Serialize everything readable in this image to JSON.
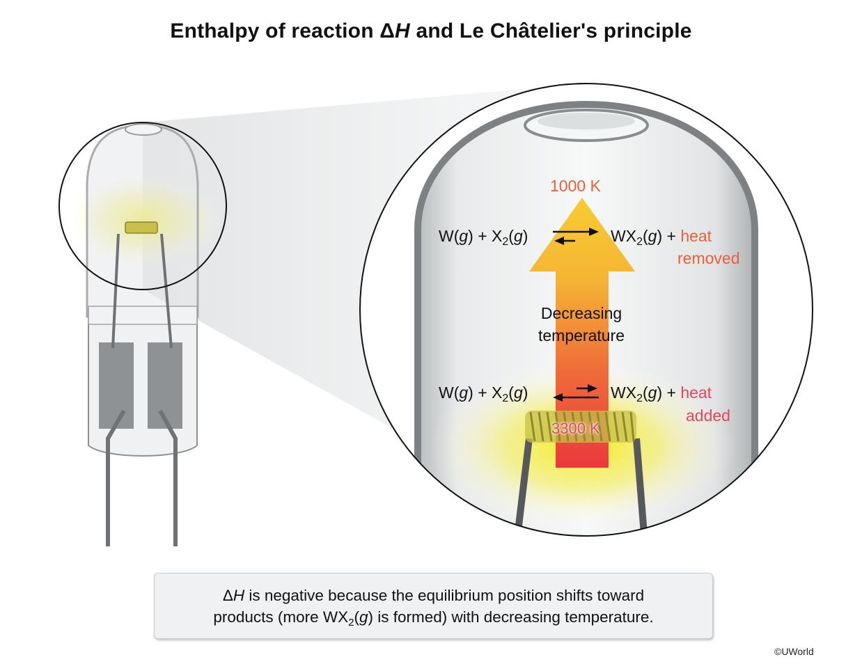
{
  "title": {
    "prefix": "Enthalpy of reaction Δ",
    "italic": "H",
    "suffix": " and Le Châtelier's principle"
  },
  "temperatures": {
    "top": "1000 K",
    "bottom": "3300 K"
  },
  "gradient_label": {
    "line1": "Decreasing",
    "line2": "temperature"
  },
  "equation_top": {
    "reactant_w": "W(",
    "g": "g",
    "plus_x": ") + X",
    "sub": "2",
    "product_wx": "WX",
    "product_end": ") + ",
    "heat": "heat",
    "heat_state": "removed"
  },
  "equation_bottom": {
    "reactant_w": "W(",
    "g": "g",
    "plus_x": ") + X",
    "sub": "2",
    "product_wx": "WX",
    "product_end": ") + ",
    "heat": "heat",
    "heat_state": "added"
  },
  "note": {
    "delta": "Δ",
    "h": "H",
    "line1_rest": " is negative because the equilibrium position shifts toward",
    "line2_a": "products (more WX",
    "line2_sub": "2",
    "line2_g": "g",
    "line2_b": ") is formed) with decreasing temperature."
  },
  "credit": "©UWorld",
  "colors": {
    "hot_orange": "#e8603a",
    "hot_red": "#e7445f",
    "glow_yellow": "#f5ef3a",
    "arrow_top": "#f7c531",
    "arrow_bottom": "#ec3b3b"
  }
}
